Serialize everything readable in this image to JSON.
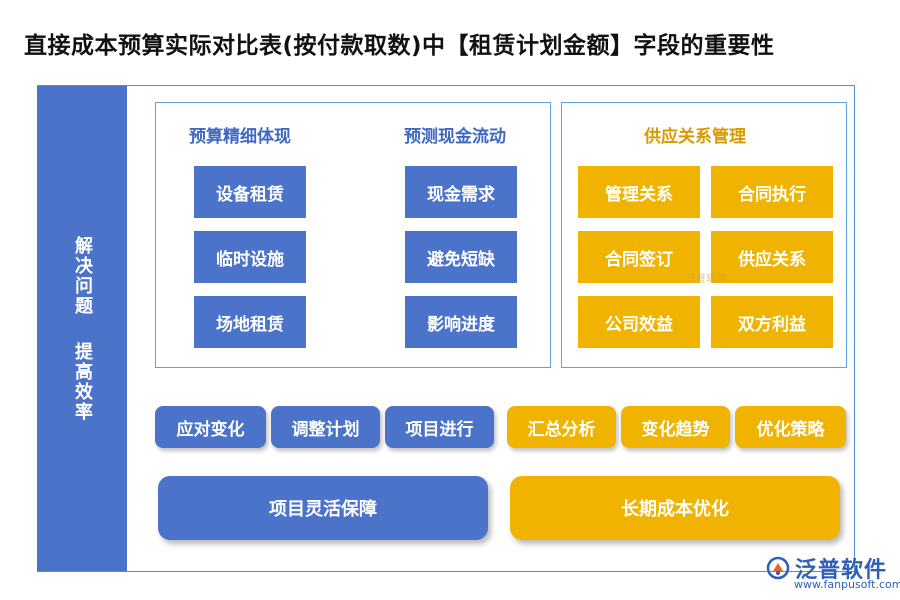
{
  "title": "直接成本预算实际对比表(按付款取数)中【租赁计划金额】字段的重要性",
  "side": {
    "top": "解决问题",
    "bottom": "提高效率"
  },
  "left_panel": {
    "col1": {
      "header": "预算精细体现",
      "items": [
        "设备租赁",
        "临时设施",
        "场地租赁"
      ]
    },
    "col2": {
      "header": "预测现金流动",
      "items": [
        "现金需求",
        "避免短缺",
        "影响进度"
      ]
    }
  },
  "right_panel": {
    "header": "供应关系管理",
    "items": [
      "管理关系",
      "合同执行",
      "合同签订",
      "供应关系",
      "公司效益",
      "双方利益"
    ]
  },
  "row_blue": [
    "应对变化",
    "调整计划",
    "项目进行"
  ],
  "row_gold": [
    "汇总分析",
    "变化趋势",
    "优化策略"
  ],
  "bottom": {
    "blue": "项目灵活保障",
    "gold": "长期成本优化"
  },
  "logo": {
    "name": "泛普软件",
    "url": "www.fanpusoft.com"
  },
  "watermark": "泛普软件",
  "colors": {
    "blue": "#4a73c9",
    "gold": "#f0b400",
    "border": "#5aa2e0"
  }
}
